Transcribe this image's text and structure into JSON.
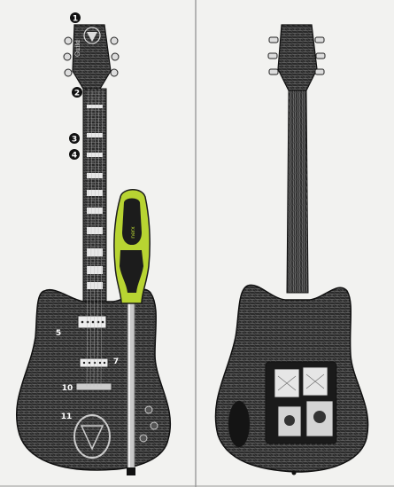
{
  "labels": {
    "n1": "1",
    "n2": "2",
    "n3": "3",
    "n4": "4",
    "n5": "5",
    "n7": "7",
    "n10": "10",
    "n11": "11"
  },
  "headstock_logo": "Guild",
  "screwdriver_brand": "nerx",
  "colors": {
    "body": "#2b2b2b",
    "grain": "#8a8a8a",
    "handle_green": "#b8d432",
    "handle_black": "#1c1c1c",
    "shaft": "#c8c8c8",
    "background": "#f2f2f0"
  }
}
